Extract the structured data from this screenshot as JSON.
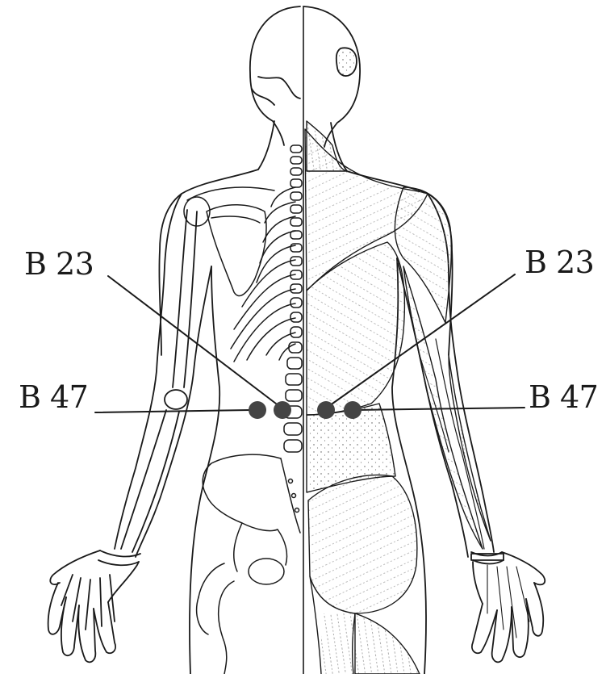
{
  "labels": {
    "b23_left": "B 23",
    "b23_right": "B 23",
    "b47_left": "B 47",
    "b47_right": "B 47"
  },
  "colors": {
    "ink": "#1a1a1a",
    "point": "#444444",
    "background": "#ffffff"
  },
  "illustration": {
    "subject": "back-view-human-figure",
    "left_half": "skeleton",
    "right_half": "muscles"
  }
}
